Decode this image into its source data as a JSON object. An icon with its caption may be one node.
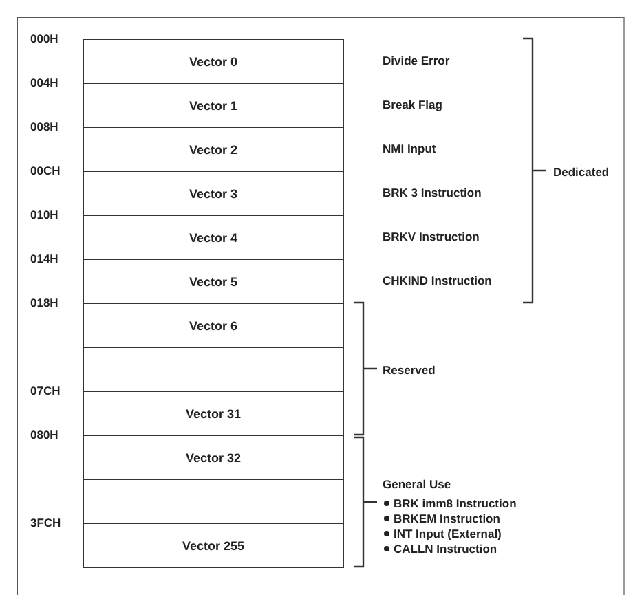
{
  "diagram": {
    "nodes": [
      {
        "text": [
          "Vector 0"
        ],
        "beside": [
          "Divide Error"
        ]
      },
      {
        "text": [
          "Vector 1"
        ],
        "beside": [
          "Break Flag"
        ]
      },
      {
        "text": [
          "Vector 2"
        ],
        "beside": [
          "NMI Input"
        ]
      },
      {
        "text": [
          "Vector 3"
        ],
        "beside": [
          "BRK 3 Instruction"
        ]
      },
      {
        "text": [
          "Vector 4"
        ],
        "beside": [
          "BRKV Instruction"
        ]
      },
      {
        "text": [
          "Vector 5"
        ],
        "beside": [
          "CHKIND Instruction"
        ]
      },
      {
        "text": [
          "Vector 6"
        ]
      },
      {
        "text": [],
        "shape": "box"
      },
      {
        "text": [
          "Vector 31"
        ]
      },
      {
        "text": [
          "Vector 32"
        ]
      },
      {
        "text": [],
        "shape": "box"
      },
      {
        "text": [
          "Vector 255"
        ]
      }
    ],
    "edges": [],
    "labels": [
      "000H",
      "004H",
      "008H",
      "00CH",
      "010H",
      "014H",
      "018H",
      "07CH",
      "080H",
      "3FCH",
      "Dedicated",
      "Reserved",
      "General Use",
      "BRK imm8 Instruction",
      "BRKEM Instruction",
      "INT Input (External)",
      "CALLN Instruction"
    ]
  }
}
